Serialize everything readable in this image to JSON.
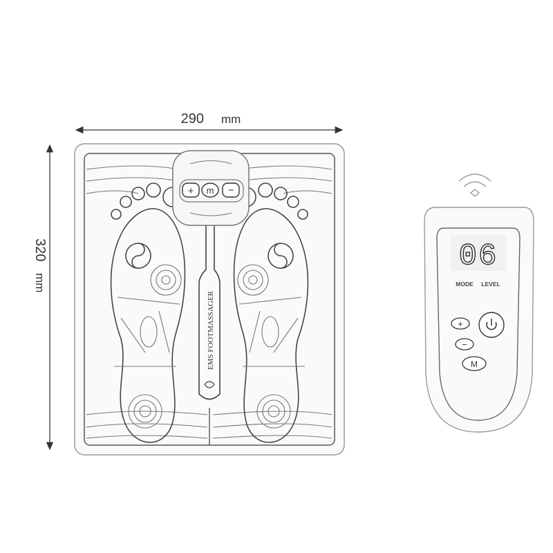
{
  "dimensions": {
    "width_value": "290",
    "width_unit": "mm",
    "height_value": "320",
    "height_unit": "mm"
  },
  "mat": {
    "label": "EMS FOOTMASSAGER",
    "controller_buttons": [
      "+",
      "m",
      "−"
    ]
  },
  "remote": {
    "display_value": "06",
    "display_labels": [
      "MODE",
      "LEVEL"
    ],
    "buttons": {
      "plus": "+",
      "minus": "−",
      "mode": "M"
    },
    "icons": [
      "wifi-icon",
      "power-icon"
    ]
  }
}
